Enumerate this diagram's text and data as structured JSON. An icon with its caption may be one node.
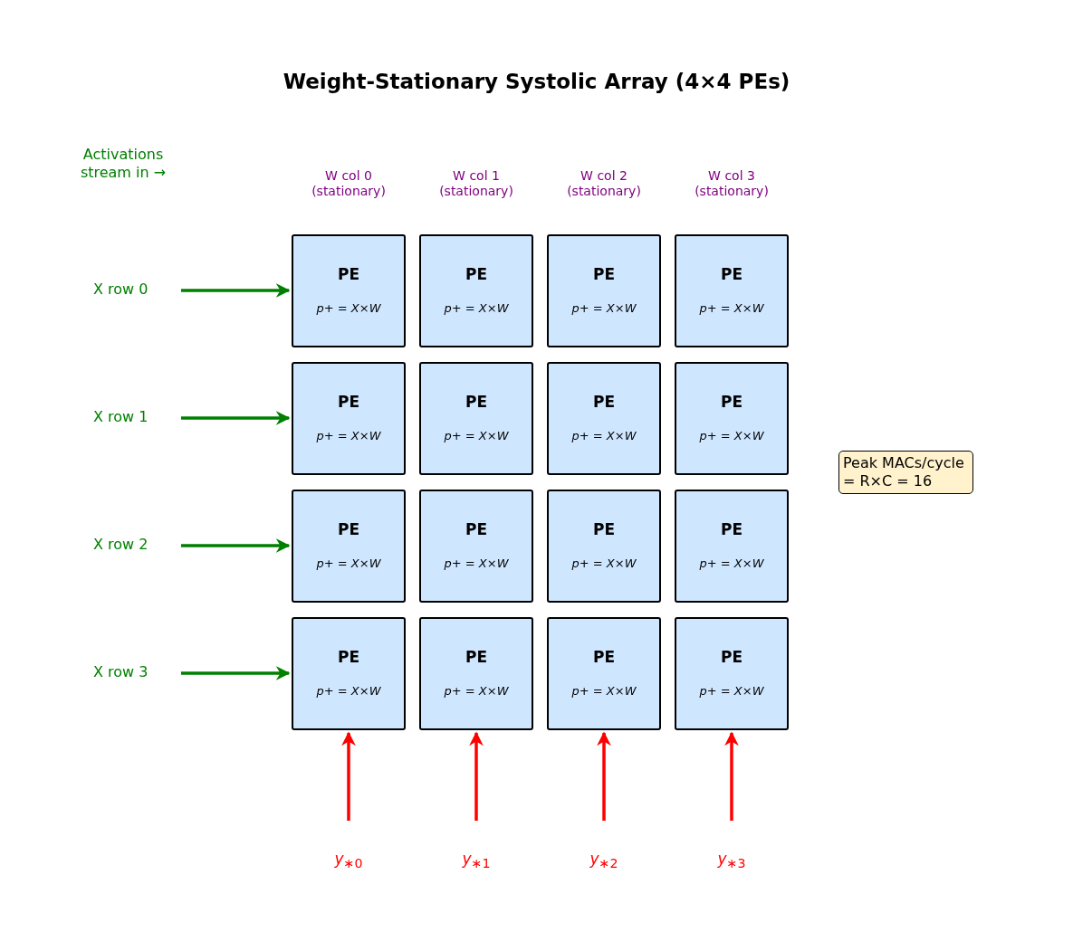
{
  "diagram": {
    "title": "Weight-Stationary Systolic Array (4×4 PEs)",
    "nodes": [
      {
        "text": [
          "X row 0"
        ]
      },
      {
        "text": [
          "PE",
          "*p*+ = *X*×*W*"
        ]
      },
      {
        "text": [
          "PE",
          "*p*+ = *X*×*W*"
        ]
      },
      {
        "text": [
          "PE",
          "*p*+ = *X*×*W*"
        ]
      },
      {
        "text": [
          "PE",
          "*p*+ = *X*×*W*"
        ]
      },
      {
        "text": [
          "X row 1"
        ]
      },
      {
        "text": [
          "PE",
          "*p*+ = *X*×*W*"
        ]
      },
      {
        "text": [
          "PE",
          "*p*+ = *X*×*W*"
        ]
      },
      {
        "text": [
          "PE",
          "*p*+ = *X*×*W*"
        ]
      },
      {
        "text": [
          "PE",
          "*p*+ = *X*×*W*"
        ]
      },
      {
        "text": [
          "X row 2"
        ]
      },
      {
        "text": [
          "PE",
          "*p*+ = *X*×*W*"
        ]
      },
      {
        "text": [
          "PE",
          "*p*+ = *X*×*W*"
        ]
      },
      {
        "text": [
          "PE",
          "*p*+ = *X*×*W*"
        ]
      },
      {
        "text": [
          "PE",
          "*p*+ = *X*×*W*"
        ]
      },
      {
        "text": [
          "X row 3"
        ]
      },
      {
        "text": [
          "PE",
          "*p*+ = *X*×*W*"
        ]
      },
      {
        "text": [
          "PE",
          "*p*+ = *X*×*W*"
        ]
      },
      {
        "text": [
          "PE",
          "*p*+ = *X*×*W*"
        ]
      },
      {
        "text": [
          "PE",
          "*p*+ = *X*×*W*"
        ]
      },
      {
        "text": [
          "Peak MACs/cycle = R×C = 16"
        ]
      },
      {
        "text": [
          "*y*$_{∗0}$"
        ]
      },
      {
        "text": [
          "*y*$_{∗1}$"
        ]
      },
      {
        "text": [
          "*y*$_{∗2}$"
        ]
      },
      {
        "text": [
          "*y*$_{∗3}$"
        ]
      }
    ],
    "edges": [
      {
        "from": 0,
        "to": 1,
        "arrow": "to",
        "color": "#008000"
      },
      {
        "from": 5,
        "to": 6,
        "arrow": "to",
        "color": "#008000"
      },
      {
        "from": 10,
        "to": 11,
        "arrow": "to",
        "color": "#008000"
      },
      {
        "from": 15,
        "to": 16,
        "arrow": "to",
        "color": "#008000"
      },
      {
        "from": 21,
        "to": 16,
        "arrow": "to",
        "color": "#ff0000"
      },
      {
        "from": 22,
        "to": 17,
        "arrow": "to",
        "color": "#ff0000"
      },
      {
        "from": 23,
        "to": 18,
        "arrow": "to",
        "color": "#ff0000"
      },
      {
        "from": 24,
        "to": 19,
        "arrow": "to",
        "color": "#ff0000"
      }
    ],
    "labels": [
      "Activations stream in →",
      "W col 0 (stationary)",
      "W col 1 (stationary)",
      "W col 2 (stationary)",
      "W col 3 (stationary)"
    ]
  }
}
